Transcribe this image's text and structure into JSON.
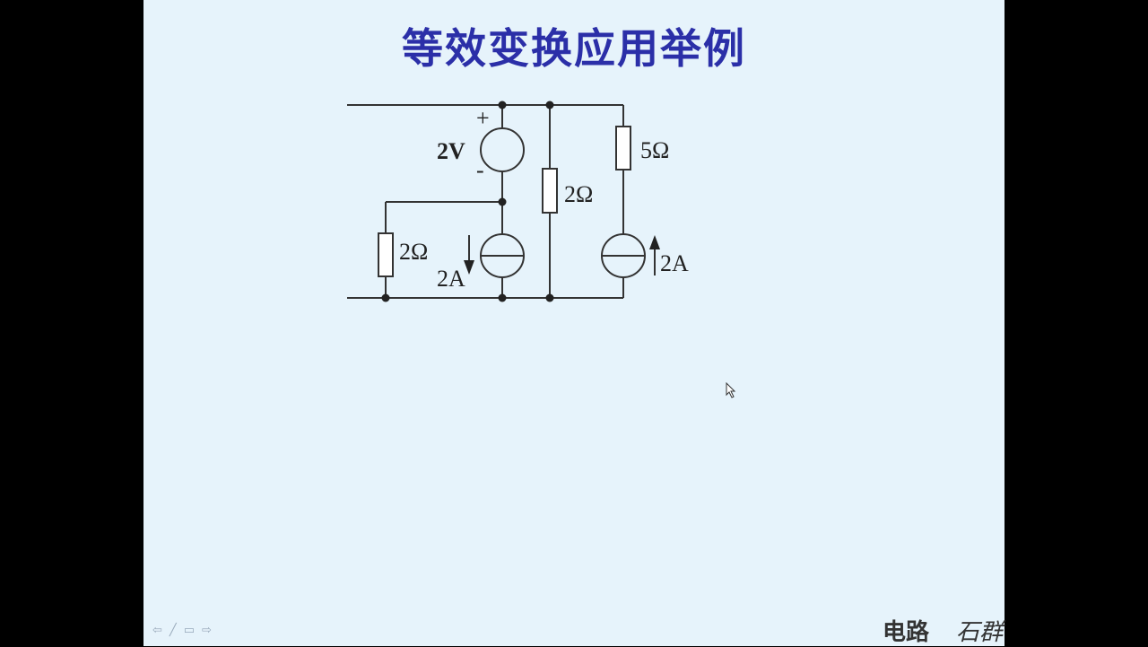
{
  "slide": {
    "title": "等效变换应用举例",
    "circuit": {
      "voltage_source": {
        "label": "2V",
        "plus": "+",
        "minus": "-"
      },
      "left_resistor": "2Ω",
      "middle_resistor": "2Ω",
      "right_resistor": "5Ω",
      "left_current_source": {
        "label": "2A",
        "direction": "down"
      },
      "right_current_source": {
        "label": "2A",
        "direction": "up"
      }
    },
    "footer": {
      "course": "电路",
      "author": "石群"
    },
    "nav_icons": [
      "prev-icon",
      "pen-icon",
      "menu-icon",
      "next-icon"
    ]
  }
}
